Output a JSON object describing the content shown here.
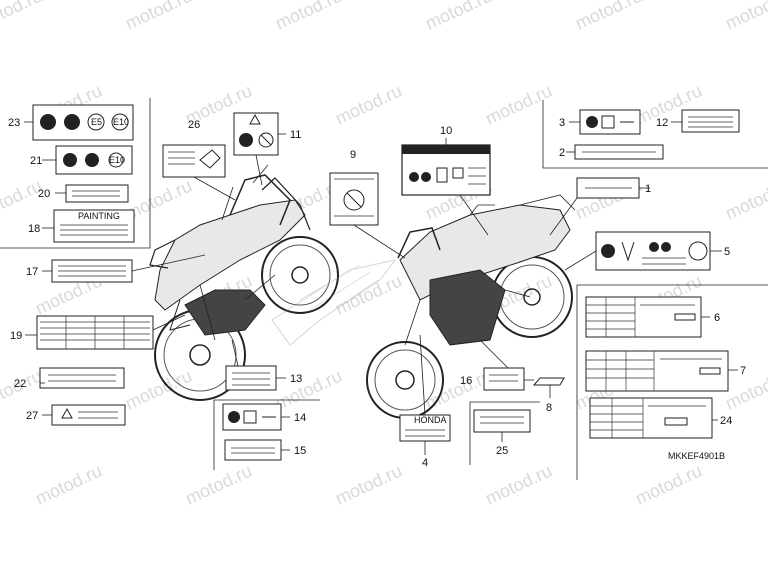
{
  "watermark": {
    "text": "motod.ru"
  },
  "callouts": [
    {
      "id": "c1",
      "text": "1"
    },
    {
      "id": "c2",
      "text": "2"
    },
    {
      "id": "c3",
      "text": "3"
    },
    {
      "id": "c4",
      "text": "4"
    },
    {
      "id": "c5",
      "text": "5"
    },
    {
      "id": "c6",
      "text": "6"
    },
    {
      "id": "c7",
      "text": "7"
    },
    {
      "id": "c8",
      "text": "8"
    },
    {
      "id": "c9",
      "text": "9"
    },
    {
      "id": "c10",
      "text": "10"
    },
    {
      "id": "c11",
      "text": "11"
    },
    {
      "id": "c12",
      "text": "12"
    },
    {
      "id": "c13",
      "text": "13"
    },
    {
      "id": "c14",
      "text": "14"
    },
    {
      "id": "c15",
      "text": "15"
    },
    {
      "id": "c16",
      "text": "16"
    },
    {
      "id": "c17",
      "text": "17"
    },
    {
      "id": "c18",
      "text": "18"
    },
    {
      "id": "c19",
      "text": "19"
    },
    {
      "id": "c20",
      "text": "20"
    },
    {
      "id": "c21",
      "text": "21"
    },
    {
      "id": "c22",
      "text": "22"
    },
    {
      "id": "c23",
      "text": "23"
    },
    {
      "id": "c24",
      "text": "24"
    },
    {
      "id": "c25",
      "text": "25"
    },
    {
      "id": "c26",
      "text": "26"
    },
    {
      "id": "c27",
      "text": "27"
    }
  ],
  "label_text": {
    "e5": "E5",
    "e10": "E10",
    "e10_small": "E10",
    "caution_heading": "PAINTING",
    "honda_plate": "HONDA"
  },
  "diagram_code": "MKKEF4901B",
  "colors": {
    "line": "#222222",
    "watermark": "#d9d9d9",
    "background": "#ffffff"
  }
}
